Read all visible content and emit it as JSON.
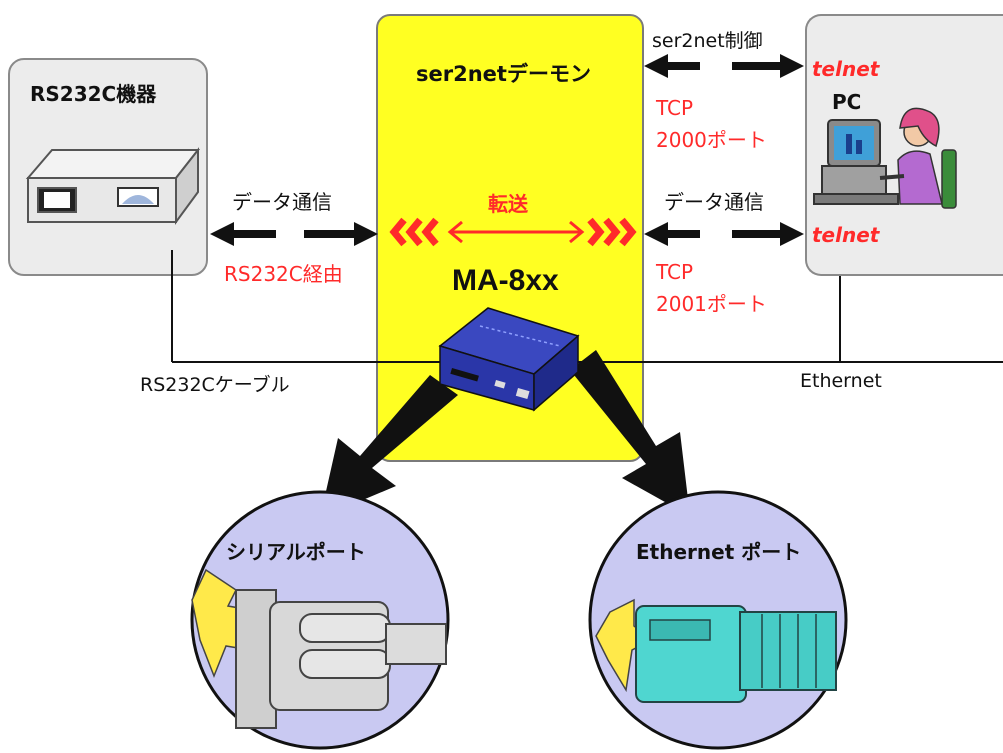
{
  "rs232c_device": {
    "label": "RS232C機器"
  },
  "daemon": {
    "label": "ser2netデーモン"
  },
  "pc": {
    "label": "PC"
  },
  "top_link": {
    "control_label": "ser2net制御",
    "telnet_label": "telnet",
    "tcp_label": "TCP",
    "port_label": "2000ポート"
  },
  "mid_link": {
    "left_label": "データ通信",
    "left_sub": "RS232C経由",
    "transfer_label": "転送",
    "right_label": "データ通信",
    "telnet_label": "telnet",
    "tcp_label": "TCP",
    "port_label": "2001ポート"
  },
  "device": {
    "name": "MA-8xx"
  },
  "cables": {
    "rs232c_cable_label": "RS232Cケーブル",
    "ethernet_label": "Ethernet"
  },
  "ports": {
    "serial_label": "シリアルポート",
    "ethernet_label": "Ethernet ポート"
  },
  "colors": {
    "daemon_bg": "#ffff22",
    "accent_red": "#ff2a2a",
    "port_circle": "#c9c9f2",
    "ethernet_plug": "#4fd6d0",
    "device_blue": "#2a36a8"
  }
}
